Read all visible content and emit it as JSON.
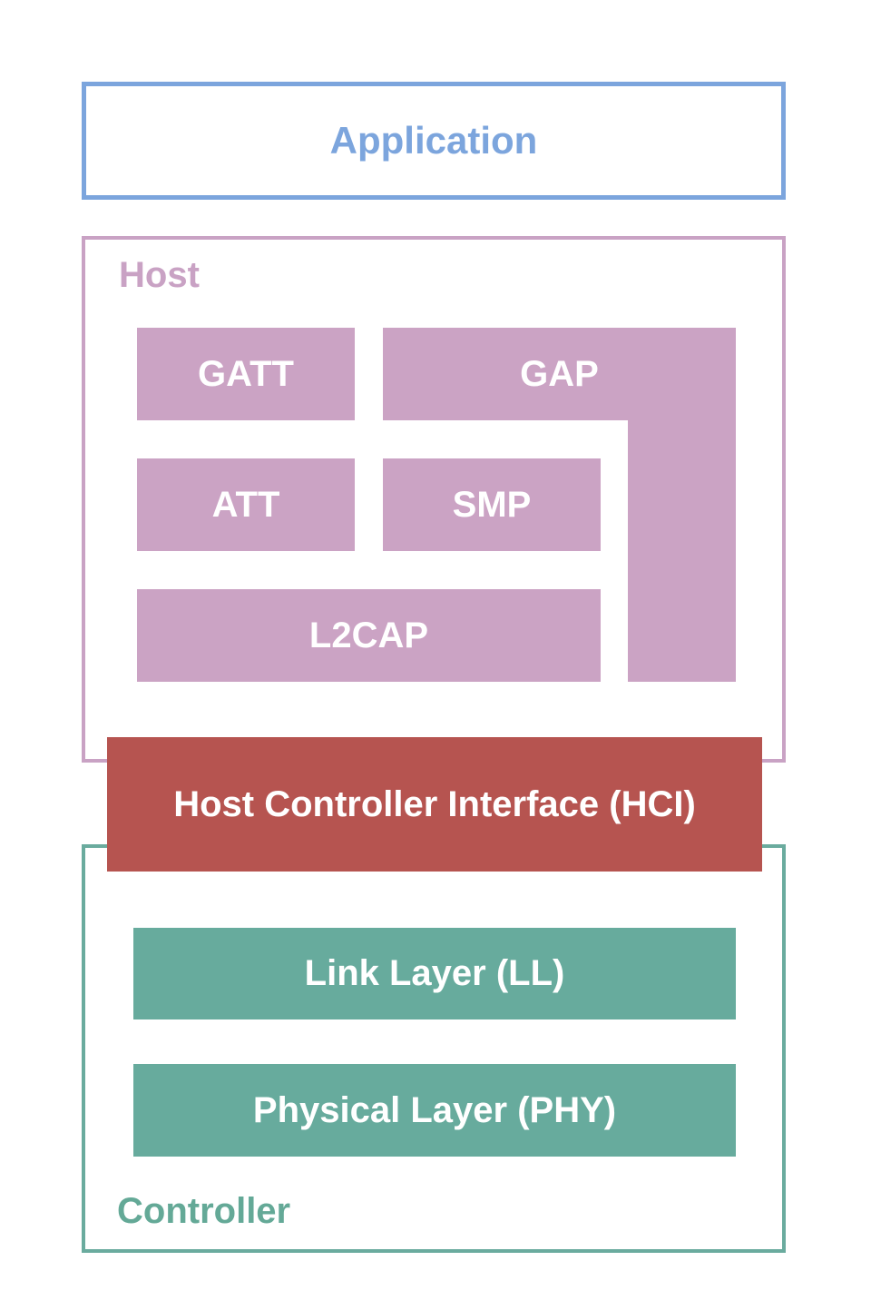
{
  "application": {
    "label": "Application"
  },
  "host": {
    "label": "Host",
    "blocks": {
      "gatt": "GATT",
      "gap": "GAP",
      "att": "ATT",
      "smp": "SMP",
      "l2cap": "L2CAP"
    }
  },
  "hci": {
    "label": "Host Controller Interface (HCI)"
  },
  "controller": {
    "label": "Controller",
    "blocks": {
      "link_layer": "Link Layer (LL)",
      "phy": "Physical Layer (PHY)"
    }
  },
  "colors": {
    "application_accent": "#7ca5dd",
    "host_accent": "#c9a2c4",
    "host_block_fill": "#cba3c4",
    "hci_fill": "#b65450",
    "controller_accent": "#64a997",
    "controller_block_fill": "#67ab9d",
    "block_text": "#ffffff",
    "background": "#ffffff"
  }
}
